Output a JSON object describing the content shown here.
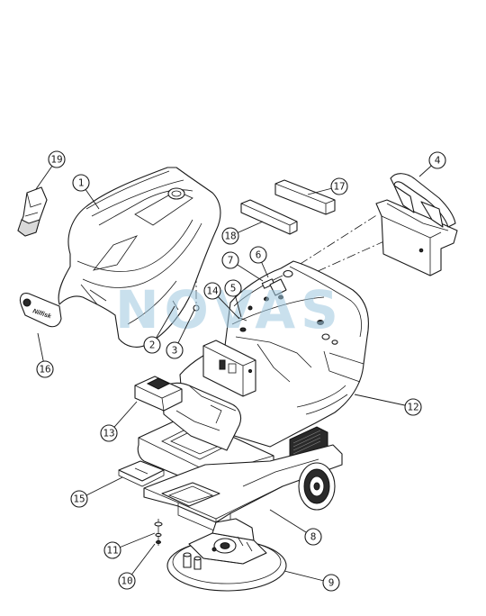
{
  "watermark": "NOVAS",
  "badge_text": "Nilfisk",
  "callouts": [
    "1",
    "2",
    "3",
    "4",
    "5",
    "6",
    "7",
    "8",
    "9",
    "10",
    "11",
    "12",
    "13",
    "14",
    "15",
    "16",
    "17",
    "18",
    "19"
  ]
}
